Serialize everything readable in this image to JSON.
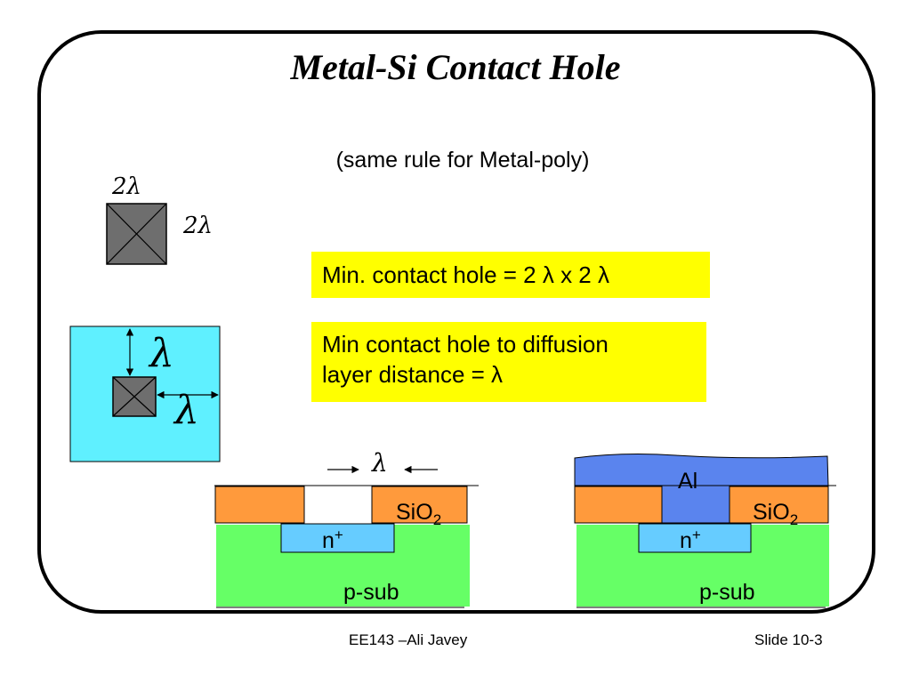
{
  "title": "Metal-Si Contact Hole",
  "subtitle": "(same rule for Metal-poly)",
  "top_diagram": {
    "width_label": "2λ",
    "height_label": "2λ"
  },
  "spacing_diagram": {
    "vertical_label": "λ",
    "horizontal_label": "λ"
  },
  "rule_boxes": {
    "min_contact": "Min. contact hole = 2 λ x 2 λ",
    "diffusion_line1": "Min contact hole to diffusion",
    "diffusion_line2": "layer distance = λ"
  },
  "cross_section_left": {
    "lambda_label": "λ",
    "oxide_label": "SiO",
    "oxide_subscript": "2",
    "nplus_label": "n",
    "nplus_superscript": "+",
    "substrate_label": "p-sub"
  },
  "cross_section_right": {
    "metal_label": "Al",
    "oxide_label": "SiO",
    "oxide_subscript": "2",
    "nplus_label": "n",
    "nplus_superscript": "+",
    "substrate_label": "p-sub"
  },
  "footer": {
    "left": "EE143 –Ali Javey",
    "right": "Slide 10-3"
  },
  "colors": {
    "contact_gray": "#6e6e6e",
    "diffusion_cyan": "#5ff0ff",
    "oxide_orange": "#ff9a3c",
    "nplus_blue": "#66ccff",
    "substrate_green": "#66ff66",
    "metal_blue": "#5a84ee",
    "highlight_yellow": "#ffff00"
  }
}
